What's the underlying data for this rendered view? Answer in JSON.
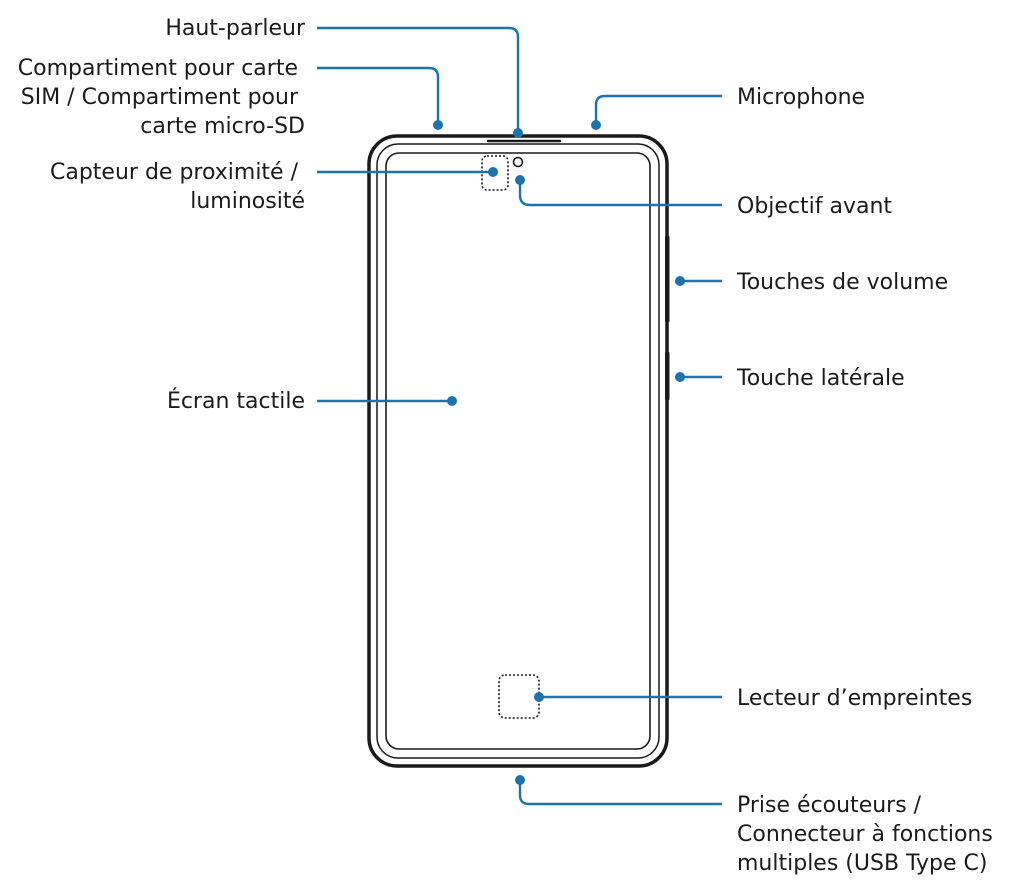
{
  "diagram": {
    "labels": {
      "speaker": [
        "Haut-parleur"
      ],
      "sim_tray": [
        "Compartiment pour carte",
        "SIM / Compartiment pour",
        "carte micro-SD"
      ],
      "proximity_sensor": [
        "Capteur de proximité /",
        "luminosité"
      ],
      "touchscreen": [
        "Écran tactile"
      ],
      "microphone": [
        "Microphone"
      ],
      "front_camera": [
        "Objectif avant"
      ],
      "volume_keys": [
        "Touches de volume"
      ],
      "side_key": [
        "Touche latérale"
      ],
      "fingerprint_sensor": [
        "Lecteur d’empreintes"
      ],
      "usb_port": [
        "Prise écouteurs /",
        "Connecteur à fonctions",
        "multiples (USB Type C)"
      ]
    },
    "colors": {
      "leader": "#1d73ad",
      "outline": "#1a1a1a",
      "text": "#1b1b1b"
    }
  }
}
